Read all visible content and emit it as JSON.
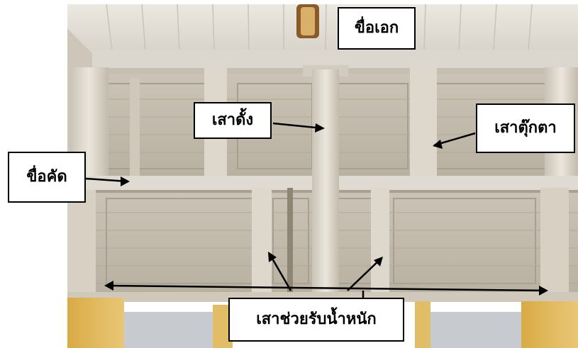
{
  "labels": {
    "top_beam": "ขื่อเอก",
    "main_post": "เสาดั้ง",
    "doll_post": "เสาตุ๊กตา",
    "cross_beam": "ขื่อคัด",
    "support_posts": "เสาช่วยรับน้ำหนัก"
  },
  "colors": {
    "wood_light": "#d8d2c6",
    "wood_dark": "#b9b1a3",
    "ceiling": "#e4e0d8",
    "door_yellow": "#e0b95a",
    "label_border": "#000000",
    "arrow": "#000000"
  }
}
